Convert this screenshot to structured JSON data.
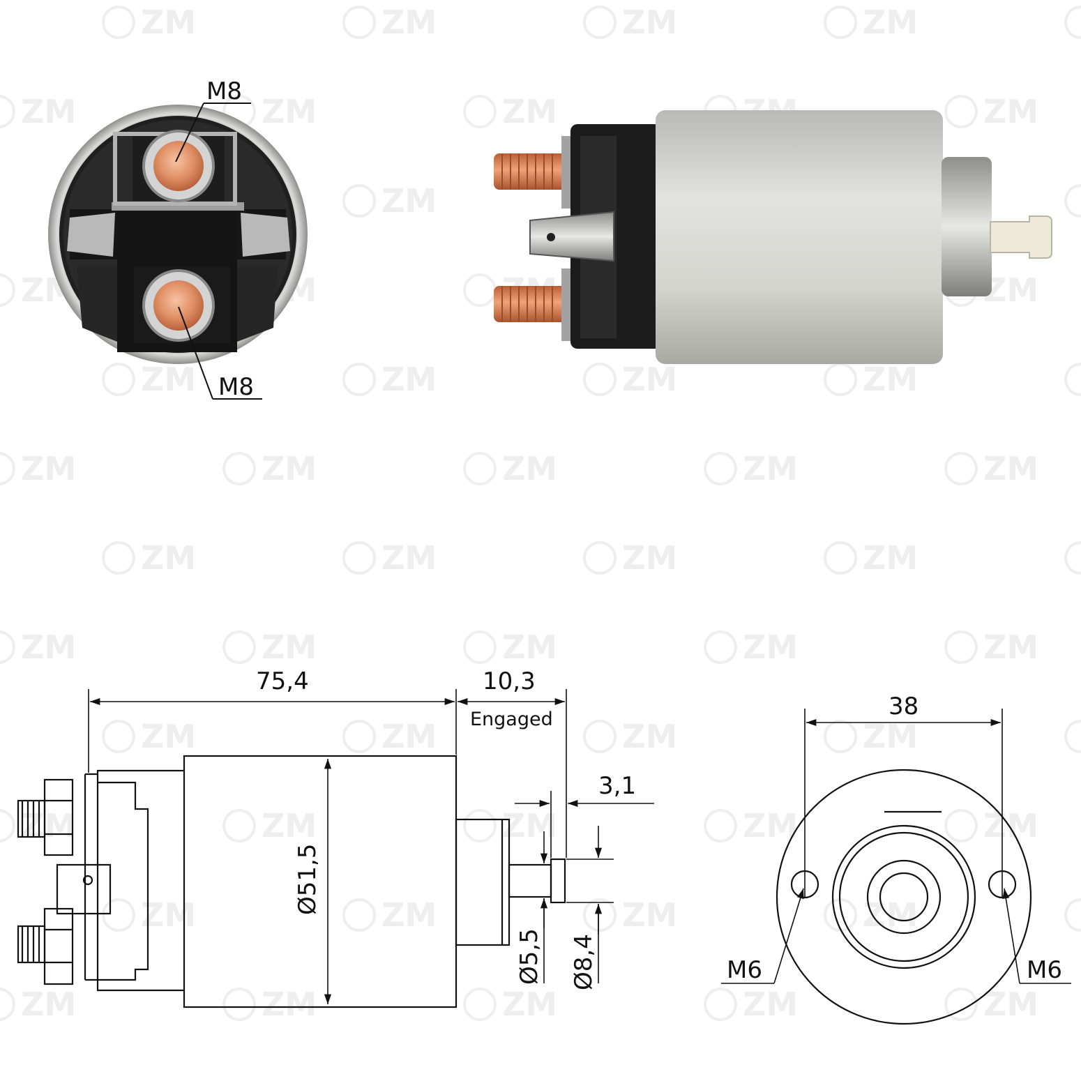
{
  "watermark": {
    "text": "ZM"
  },
  "photo_labels": {
    "top_terminal": "M8",
    "bottom_terminal": "M8"
  },
  "drawing_labels": {
    "length": "75,4",
    "stroke": "10,3",
    "stroke_note": "Engaged",
    "collar": "3,1",
    "body_diameter": "Ø51,5",
    "plunger_diameter": "Ø5,5",
    "tip_diameter": "Ø8,4",
    "hole_spacing": "38",
    "left_hole": "M6",
    "right_hole": "M6"
  },
  "colors": {
    "copper": "#d9825a",
    "housing": "#cfcfcf",
    "cap": "#1c1c1c",
    "line": "#111111"
  }
}
